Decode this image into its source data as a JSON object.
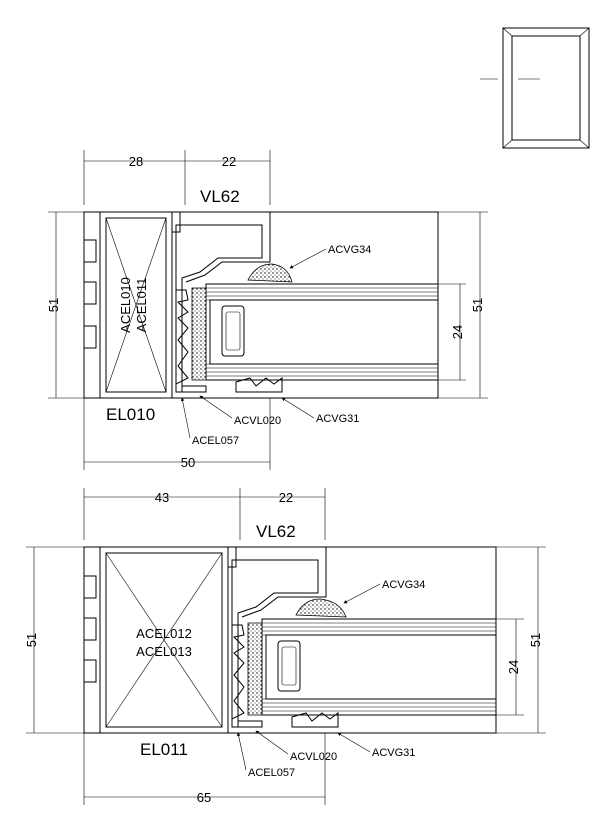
{
  "top": {
    "dim_a": "28",
    "dim_b": "22",
    "title": "VL62",
    "label_acvg34": "ACVG34",
    "dim_height_left": "51",
    "dim_height_right": "51",
    "dim_glass": "24",
    "insert_1": "ACEL010",
    "insert_2": "ACEL011",
    "code": "EL010",
    "label_acvl020": "ACVL020",
    "label_acvg31": "ACVG31",
    "label_acel057": "ACEL057",
    "dim_total": "50"
  },
  "bottom": {
    "dim_a": "43",
    "dim_b": "22",
    "title": "VL62",
    "label_acvg34": "ACVG34",
    "dim_height_left": "51",
    "dim_height_right": "51",
    "dim_glass": "24",
    "insert_1": "ACEL012",
    "insert_2": "ACEL013",
    "code": "EL011",
    "label_acvl020": "ACVL020",
    "label_acvg31": "ACVG31",
    "label_acel057": "ACEL057",
    "dim_total": "65"
  }
}
